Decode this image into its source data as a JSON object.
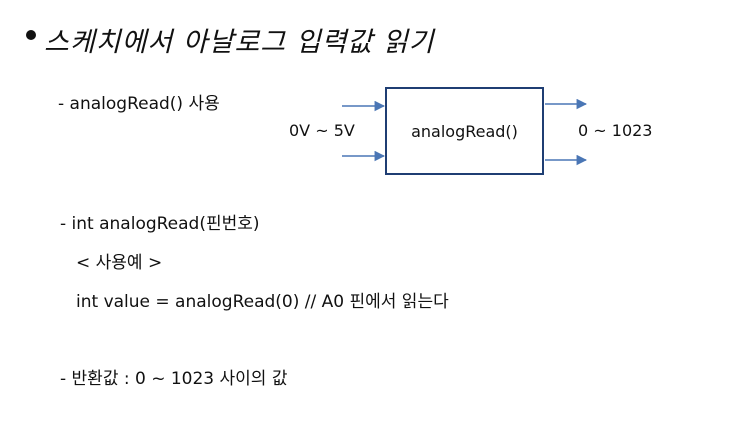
{
  "title": "스케치에서 아날로그 입력값 읽기",
  "lines": {
    "usage": "-  analogRead()  사용",
    "signature": "- int analogRead(핀번호)",
    "example_header": "< 사용예 >",
    "example_code": "int value = analogRead(0)    // A0 핀에서 읽는다",
    "return_value": "- 반환값 :  0 ~ 1023 사이의 값"
  },
  "diagram": {
    "input_label": "0V ~ 5V",
    "box_label": "analogRead()",
    "output_label": "0 ~ 1023",
    "arrow_color": "#4a76b5",
    "box_border_color": "#1f3e73"
  }
}
